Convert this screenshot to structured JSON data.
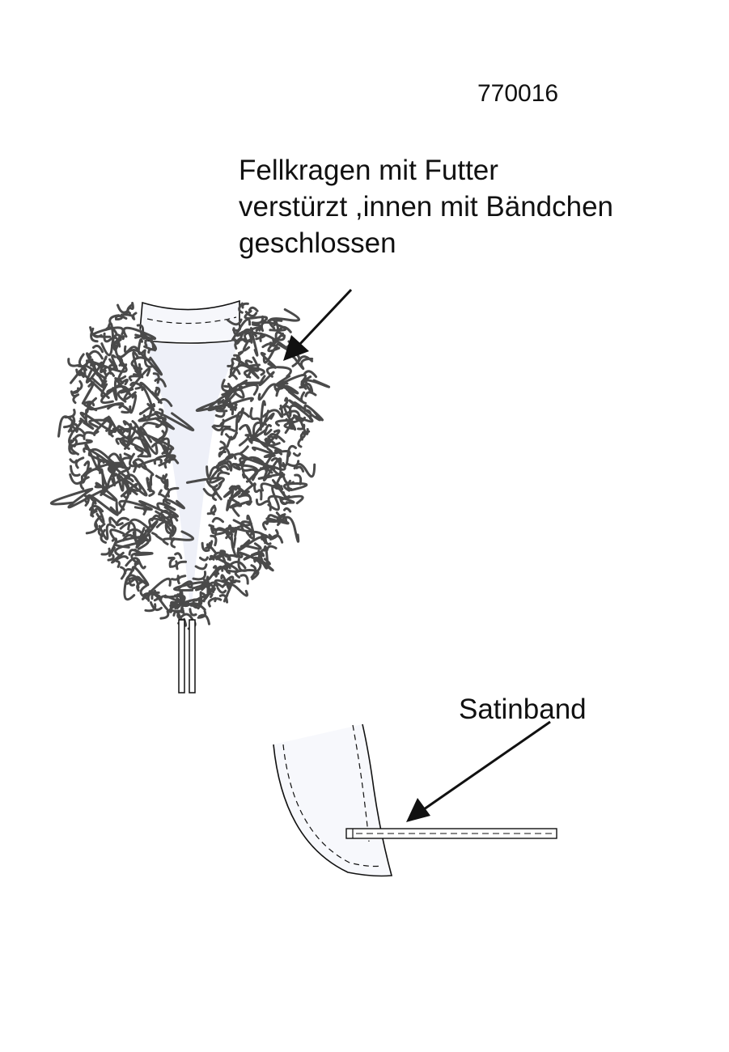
{
  "sheet": {
    "code": "770016"
  },
  "collar_note": {
    "lines": [
      "Fellkragen mit Futter",
      "verstürzt ,innen mit Bändchen",
      "geschlossen"
    ]
  },
  "detail_note": {
    "label": "Satinband"
  },
  "colors": {
    "line": "#111111",
    "fur": "#4a4a4a",
    "lining": "#eef0f8"
  }
}
